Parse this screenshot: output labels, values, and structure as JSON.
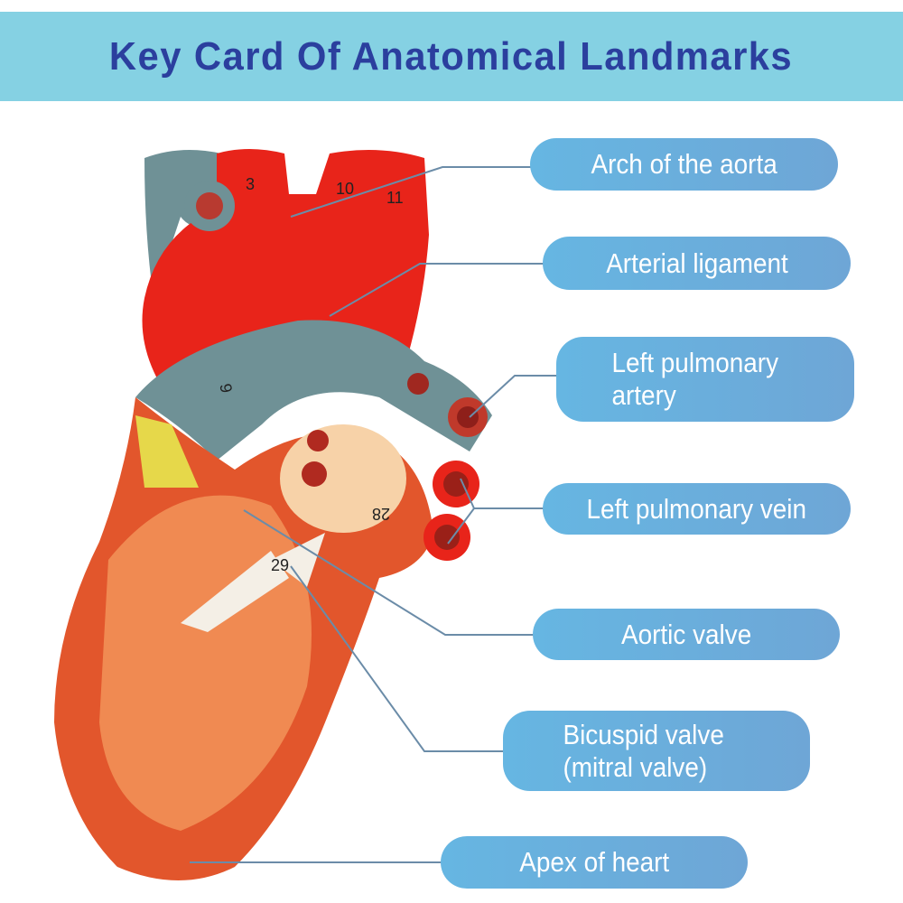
{
  "header": {
    "title": "Key Card Of Anatomical Landmarks"
  },
  "colors": {
    "header_bg": "#85d1e3",
    "title": "#2b3f9e",
    "label_bg": "#66b6e2",
    "leader_line": "#6b8ca8"
  },
  "labels": [
    {
      "text": "Arch of the aorta"
    },
    {
      "text": "Arterial ligament"
    },
    {
      "text": "Left pulmonary artery"
    },
    {
      "text": "Left pulmonary vein"
    },
    {
      "text": "Aortic valve"
    },
    {
      "text": "Bicuspid valve (mitral valve)"
    },
    {
      "text": "Apex of heart"
    }
  ],
  "model_numbers": [
    "3",
    "10",
    "11",
    "9",
    "28",
    "29"
  ]
}
